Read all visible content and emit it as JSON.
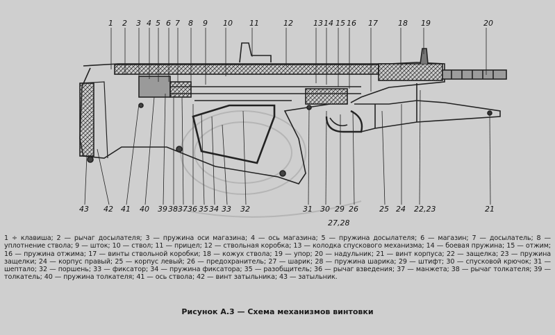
{
  "callouts_top": [
    "1",
    "2",
    "3",
    "4",
    "5",
    "6",
    "7",
    "8",
    "9",
    "10",
    "11",
    "12",
    "13",
    "14",
    "15",
    "16",
    "17",
    "18",
    "19",
    "20"
  ],
  "callouts_bottom": [
    "43",
    "42",
    "41",
    "40",
    "39",
    "38",
    "37",
    "36",
    "35",
    "34",
    "33",
    "32",
    "31",
    "30",
    "29",
    "26",
    "25",
    "24",
    "22,23",
    "21"
  ],
  "callout_extra": "27,28",
  "legend": [
    "1 ÷ клавиша;",
    "2 — рычаг досылателя;",
    "3 — пружина оси магазина;",
    "4 — ось магазина;",
    "5 — пружина досылателя;",
    "6 — магазин;",
    "7 — досылатель;",
    "8 — уплотнение ствола;",
    "9 — шток;",
    "10 — ствол;",
    "11 — прицел;",
    "12 — ствольная коробка;",
    "13 — колодка спускового механизма;",
    "14 — боевая пружина;",
    "15 — отжим;",
    "16 — пружина отжима;",
    "17 — винты ствольной коробки;",
    "18 — кожух ствола;",
    "19 — упор;",
    "20 — надульник;",
    "21 — винт корпуса;",
    "22 — защелка;",
    "23 — пружина защелки;",
    "24 — корпус правый;",
    "25 — корпус левый;",
    "26 — предохранитель;",
    "27 — шарик;",
    "28 — пружина шарика;",
    "29 — штифт;",
    "30 — спусковой крючок;",
    "31 — шептало;",
    "32 — поршень;",
    "33 — фиксатор;",
    "34 — пружина фиксатора;",
    "35 — разобщитель;",
    "36 — рычаг взведения;",
    "37 — манжета;",
    "38 — рычаг толкателя;",
    "39 — толкатель;",
    "40 — пружина толкателя;",
    "41 — ось ствола;",
    "42 — винт затыльника;",
    "43 — затыльник."
  ],
  "caption": "Рисунок А.3 — Схема механизмов винтовки"
}
